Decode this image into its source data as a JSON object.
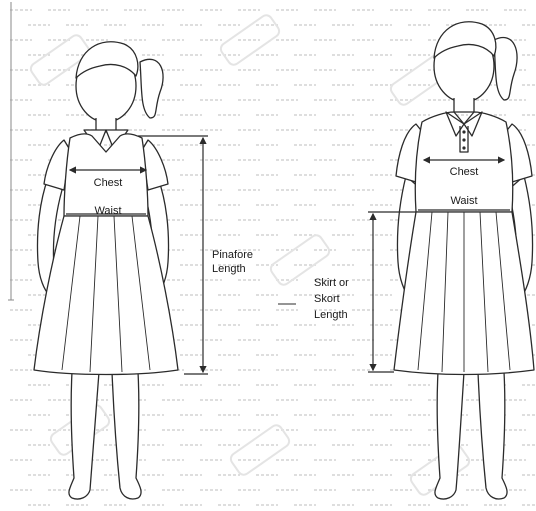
{
  "left_figure": {
    "labels": {
      "chest": "Chest",
      "waist": "Waist",
      "pinafore_line1": "Pinafore",
      "pinafore_line2": "Length"
    }
  },
  "right_figure": {
    "labels": {
      "chest": "Chest",
      "waist": "Waist",
      "skirt_line1": "Skirt or",
      "skirt_line2": "Skort",
      "skirt_line3": "Length"
    }
  },
  "colors": {
    "line": "#2b2b2b",
    "watermark": "#d4d4d4"
  }
}
